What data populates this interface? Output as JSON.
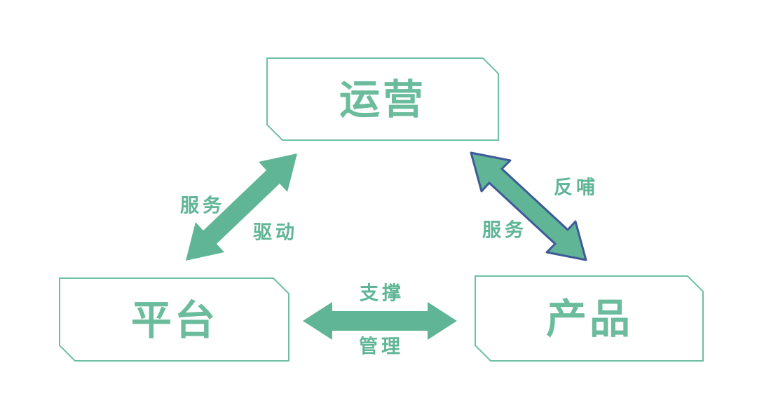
{
  "title": "platform-operations-product-relationship-diagram",
  "theme": {
    "bg": "#ffffff",
    "green-fill": "#5FB596",
    "green-border": "#6EC0A2",
    "green-text": "#6ABC9D",
    "blue-stroke": "#3E5A96"
  },
  "nodes": {
    "operations": {
      "label": "运营"
    },
    "platform": {
      "label": "平台"
    },
    "product": {
      "label": "产品"
    }
  },
  "edges": {
    "platform_operations": {
      "description": "diagonal double arrow between 平台 and 运营",
      "label_upper": "服务",
      "label_lower": "驱动"
    },
    "operations_product": {
      "description": "diagonal double arrow between 运营 and 产品, blue outlined",
      "label_upper": "反哺",
      "label_lower": "服务"
    },
    "platform_product": {
      "description": "horizontal double arrow between 平台 and 产品",
      "label_upper": "支撑",
      "label_lower": "管理"
    }
  }
}
